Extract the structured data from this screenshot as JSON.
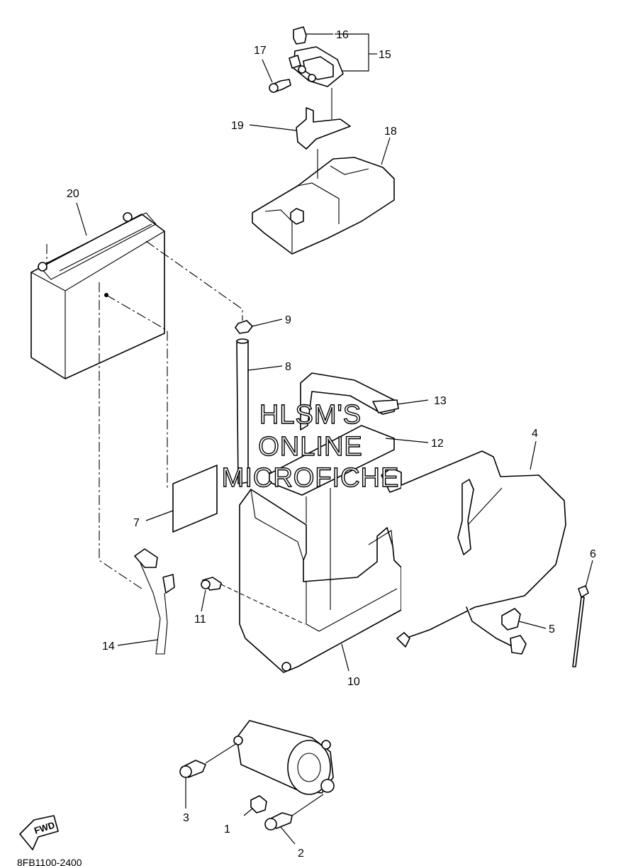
{
  "callouts": [
    {
      "number": "1"
    },
    {
      "number": "2"
    },
    {
      "number": "3"
    },
    {
      "number": "4"
    },
    {
      "number": "5"
    },
    {
      "number": "6"
    },
    {
      "number": "7"
    },
    {
      "number": "8"
    },
    {
      "number": "9"
    },
    {
      "number": "10"
    },
    {
      "number": "11"
    },
    {
      "number": "12"
    },
    {
      "number": "13"
    },
    {
      "number": "14"
    },
    {
      "number": "15"
    },
    {
      "number": "16"
    },
    {
      "number": "17"
    },
    {
      "number": "18"
    },
    {
      "number": "19"
    },
    {
      "number": "20"
    }
  ],
  "watermark": {
    "line1": "HLSM'S",
    "line2": "ONLINE",
    "line3": "MICROFICHE"
  },
  "fwd_label": "FWD",
  "diagram_code": "8FB1100-2400"
}
